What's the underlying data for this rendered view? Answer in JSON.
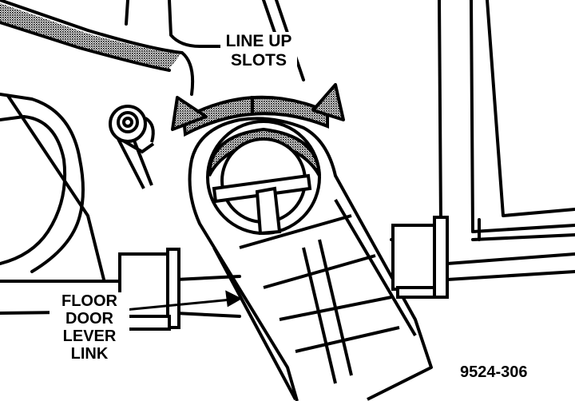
{
  "callouts": {
    "line_up": [
      "LINE UP",
      "SLOTS"
    ],
    "lever_link": [
      "FLOOR",
      "DOOR",
      "LEVER",
      "LINK"
    ]
  },
  "figure_number": "9524-306",
  "colors": {
    "ink": "#000000",
    "paper": "#ffffff",
    "shading": "#8a8a8a"
  }
}
